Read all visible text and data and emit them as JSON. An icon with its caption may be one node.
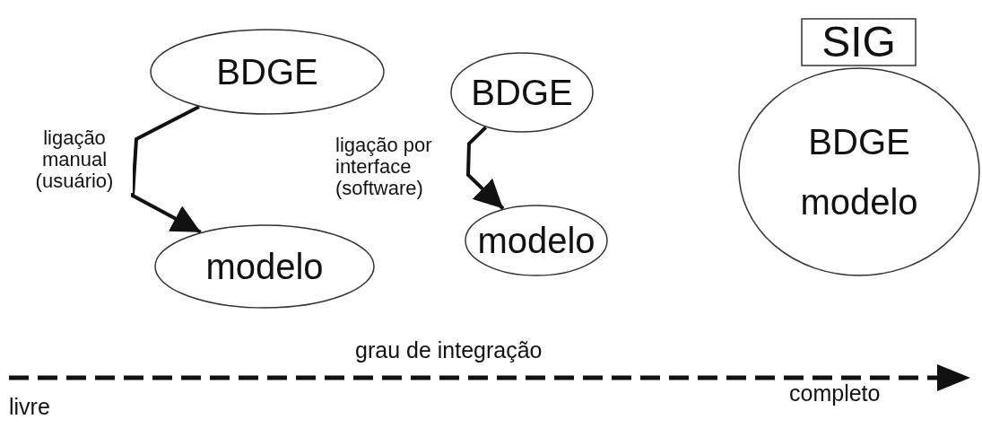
{
  "diagram": {
    "nodes": [
      {
        "text": [
          "BDGE"
        ]
      },
      {
        "text": [
          "modelo"
        ]
      },
      {
        "text": [
          "BDGE"
        ]
      },
      {
        "text": [
          "modelo"
        ]
      },
      {
        "text": [
          "SIG"
        ]
      },
      {
        "text": [
          "BDGE",
          "modelo"
        ]
      }
    ],
    "edges": [
      {
        "from": 0,
        "to": 1,
        "arrow": "to",
        "label": "ligação manual (usuário)"
      },
      {
        "from": 2,
        "to": 3,
        "arrow": "to",
        "label": "ligação por interface (software)"
      }
    ],
    "labels": [
      "grau de integração",
      "livre",
      "completo"
    ]
  }
}
